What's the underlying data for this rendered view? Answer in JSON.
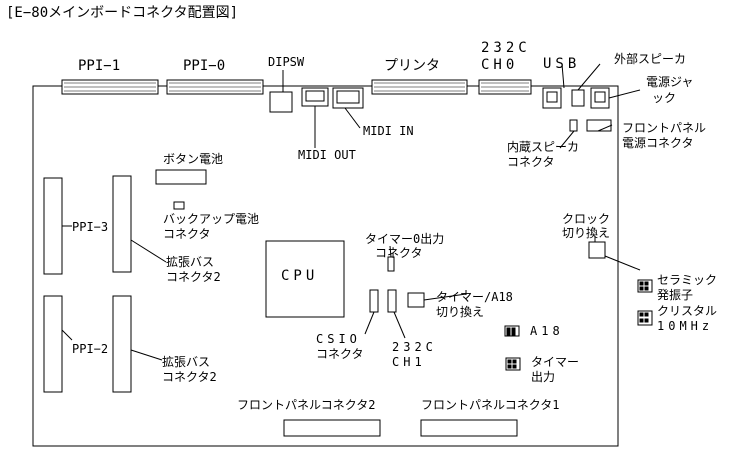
{
  "title": "[E−80メインボードコネクタ配置図]",
  "labels": {
    "ppi1": "PPI−1",
    "ppi0": "PPI−0",
    "dipsw": "DIPSW",
    "printer": "プリンタ",
    "ch0_a": "232C",
    "ch0_b": "CH0",
    "usb": "USB",
    "ext_speaker": "外部スピーカ",
    "power_jack_a": "電源ジャ",
    "power_jack_b": "ック",
    "midi_in": "MIDI IN",
    "midi_out": "MIDI OUT",
    "front_panel_power_a": "フロントパネル",
    "front_panel_power_b": "電源コネクタ",
    "int_speaker_a": "内蔵スピーカ",
    "int_speaker_b": "コネクタ",
    "button_battery": "ボタン電池",
    "backup_battery_a": "バックアップ電池",
    "backup_battery_b": "コネクタ",
    "ppi3": "PPI−3",
    "ext_bus_a1": "拡張バス",
    "ext_bus_a2": "コネクタ2",
    "cpu": "CPU",
    "timer0_a": "タイマー0出力",
    "timer0_b": "コネクタ",
    "clock_sw_a": "クロック",
    "clock_sw_b": "切り換え",
    "ceramic_a": "セラミック",
    "ceramic_b": "発振子",
    "crystal_a": "クリスタル",
    "crystal_b": "10MHz",
    "timer_a18_a": "タイマー/A18",
    "timer_a18_b": "切り換え",
    "a18": "A18",
    "timer_out_a": "タイマー",
    "timer_out_b": "出力",
    "ppi2": "PPI−2",
    "ext_bus_b1": "拡張バス",
    "ext_bus_b2": "コネクタ2",
    "csio_a": "CSIO",
    "csio_b": "コネクタ",
    "ch1_a": "232C",
    "ch1_b": "CH1",
    "fp2": "フロントパネルコネクタ2",
    "fp1": "フロントパネルコネクタ1"
  }
}
